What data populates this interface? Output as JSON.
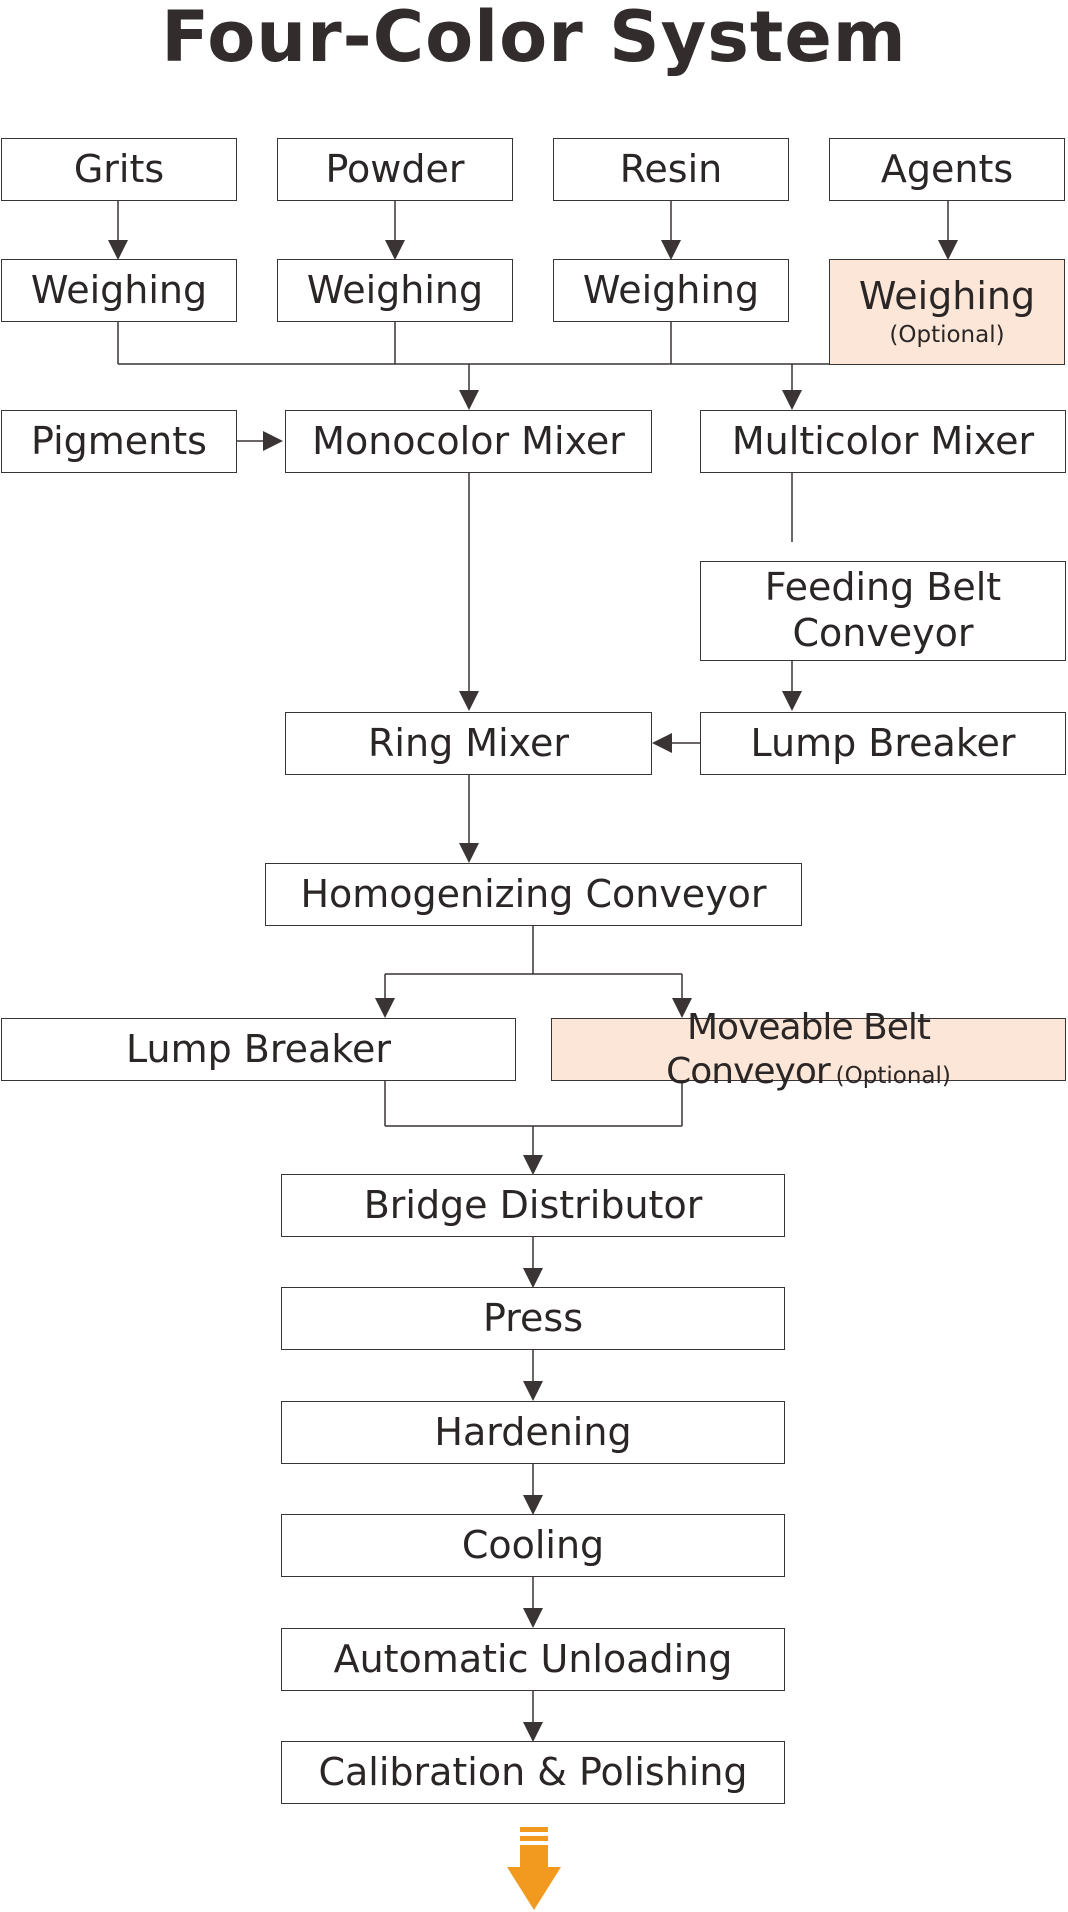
{
  "title": "Four-Color System",
  "nodes": {
    "grits": "Grits",
    "powder": "Powder",
    "resin": "Resin",
    "agents": "Agents",
    "weighing_1": "Weighing",
    "weighing_2": "Weighing",
    "weighing_3": "Weighing",
    "weighing_4": "Weighing",
    "weighing_4_note": "(Optional)",
    "pigments": "Pigments",
    "monocolor_mixer": "Monocolor Mixer",
    "multicolor_mixer": "Multicolor Mixer",
    "feeding_belt_conveyor_line1": "Feeding Belt",
    "feeding_belt_conveyor_line2": "Conveyor",
    "ring_mixer": "Ring Mixer",
    "lump_breaker_right": "Lump Breaker",
    "homogenizing_conveyor": "Homogenizing Conveyor",
    "lump_breaker_left": "Lump Breaker",
    "moveable_belt_conveyor": "Moveable Belt Conveyor",
    "moveable_belt_conveyor_note": "(Optional)",
    "bridge_distributor": "Bridge Distributor",
    "press": "Press",
    "hardening": "Hardening",
    "cooling": "Cooling",
    "automatic_unloading": "Automatic Unloading",
    "calibration_polishing": "Calibration & Polishing"
  },
  "colors": {
    "optional_fill": "#fbe6d7",
    "line": "#3a3434",
    "next_arrow": "#f29a1f"
  },
  "icons": {
    "continuation": "orange-down-arrow-icon"
  }
}
